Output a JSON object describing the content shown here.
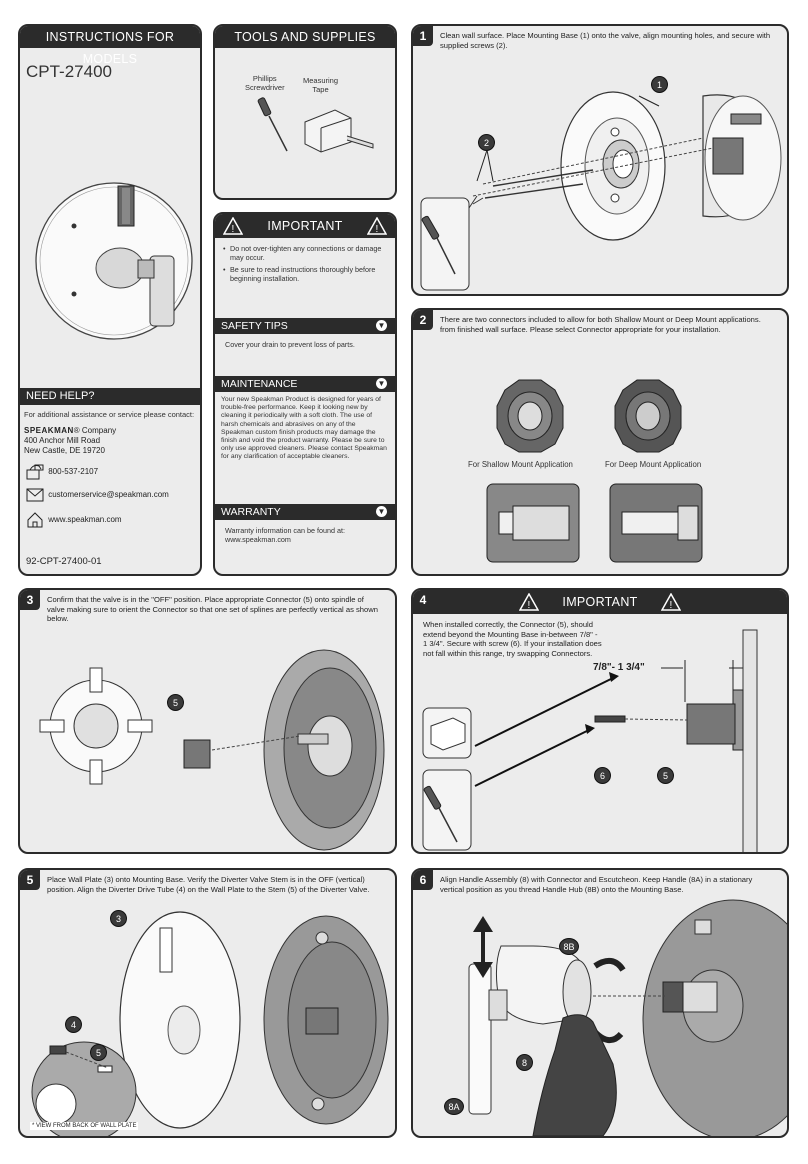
{
  "instructions": {
    "header": "INSTRUCTIONS FOR MODELS",
    "model": "CPT-27400",
    "need_help_header": "NEED HELP?",
    "help_text": "For additional assistance or service please contact:",
    "company_brand": "SPEAKMAN",
    "company_suffix": "® Company",
    "address_line1": "400 Anchor Mill Road",
    "address_line2": "New Castle, DE 19720",
    "phone": "800-537-2107",
    "email": "customerservice@speakman.com",
    "website": "www.speakman.com",
    "doc_number": "92-CPT-27400-01"
  },
  "tools": {
    "header": "TOOLS AND SUPPLIES",
    "screwdriver_label1": "Phillips",
    "screwdriver_label2": "Screwdriver",
    "tape_label1": "Measuring",
    "tape_label2": "Tape"
  },
  "important": {
    "header": "IMPORTANT",
    "bullet1": "Do not over-tighten any connections or damage may occur.",
    "bullet2": "Be sure to read instructions thoroughly before beginning installation.",
    "safety_header": "SAFETY TIPS",
    "safety_text": "Cover your drain to prevent loss of parts.",
    "maintenance_header": "MAINTENANCE",
    "maintenance_text": "Your new Speakman Product is designed for years of trouble-free performance. Keep it looking new by cleaning it periodically with a soft cloth. The use of harsh chemicals and abrasives on any of the Speakman custom finish products may damage the finish and void the product warranty. Please be sure to only use approved cleaners. Please contact Speakman for any clarification of acceptable cleaners.",
    "warranty_header": "WARRANTY",
    "warranty_text": "Warranty information can be found at: www.speakman.com"
  },
  "step1": {
    "num": "1",
    "text": "Clean wall surface. Place Mounting Base (1) onto the valve, align mounting holes, and secure with supplied screws (2).",
    "callout_1": "1",
    "callout_2": "2"
  },
  "step2": {
    "num": "2",
    "text": "There are two connectors included to allow for both Shallow Mount or Deep Mount applications. from finished wall surface. Please select Connector appropriate for your installation.",
    "shallow_label": "For Shallow Mount Application",
    "deep_label": "For Deep Mount Application"
  },
  "step3": {
    "num": "3",
    "text": "Confirm that the valve is in the \"OFF\" position. Place appropriate Connector (5) onto spindle of valve making sure to orient the Connector so that one set of splines are perfectly vertical as shown below.",
    "callout_5": "5"
  },
  "step4": {
    "num": "4",
    "header": "IMPORTANT",
    "text": "When installed correctly, the Connector (5), should extend beyond the Mounting Base in-between 7/8\" - 1 3/4\". Secure with screw (6). If your installation does not fall within this range, try swapping Connectors.",
    "dimension": "7/8\"- 1 3/4\"",
    "callout_6": "6",
    "callout_5": "5"
  },
  "step5": {
    "num": "5",
    "text": "Place Wall Plate (3) onto Mounting Base. Verify the Diverter Valve Stem is in the OFF (vertical) position. Align the Diverter Drive Tube (4) on the Wall Plate to the Stem (5) of the Diverter Valve.",
    "callout_3": "3",
    "callout_4": "4",
    "callout_5": "5",
    "footnote": "* VIEW FROM BACK OF WALL PLATE"
  },
  "step6": {
    "num": "6",
    "text": "Align Handle Assembly (8) with Connector and Escutcheon. Keep Handle (8A) in a stationary vertical position as you thread Handle Hub (8B) onto the Mounting Base.",
    "callout_8": "8",
    "callout_8a": "8A",
    "callout_8b": "8B"
  }
}
